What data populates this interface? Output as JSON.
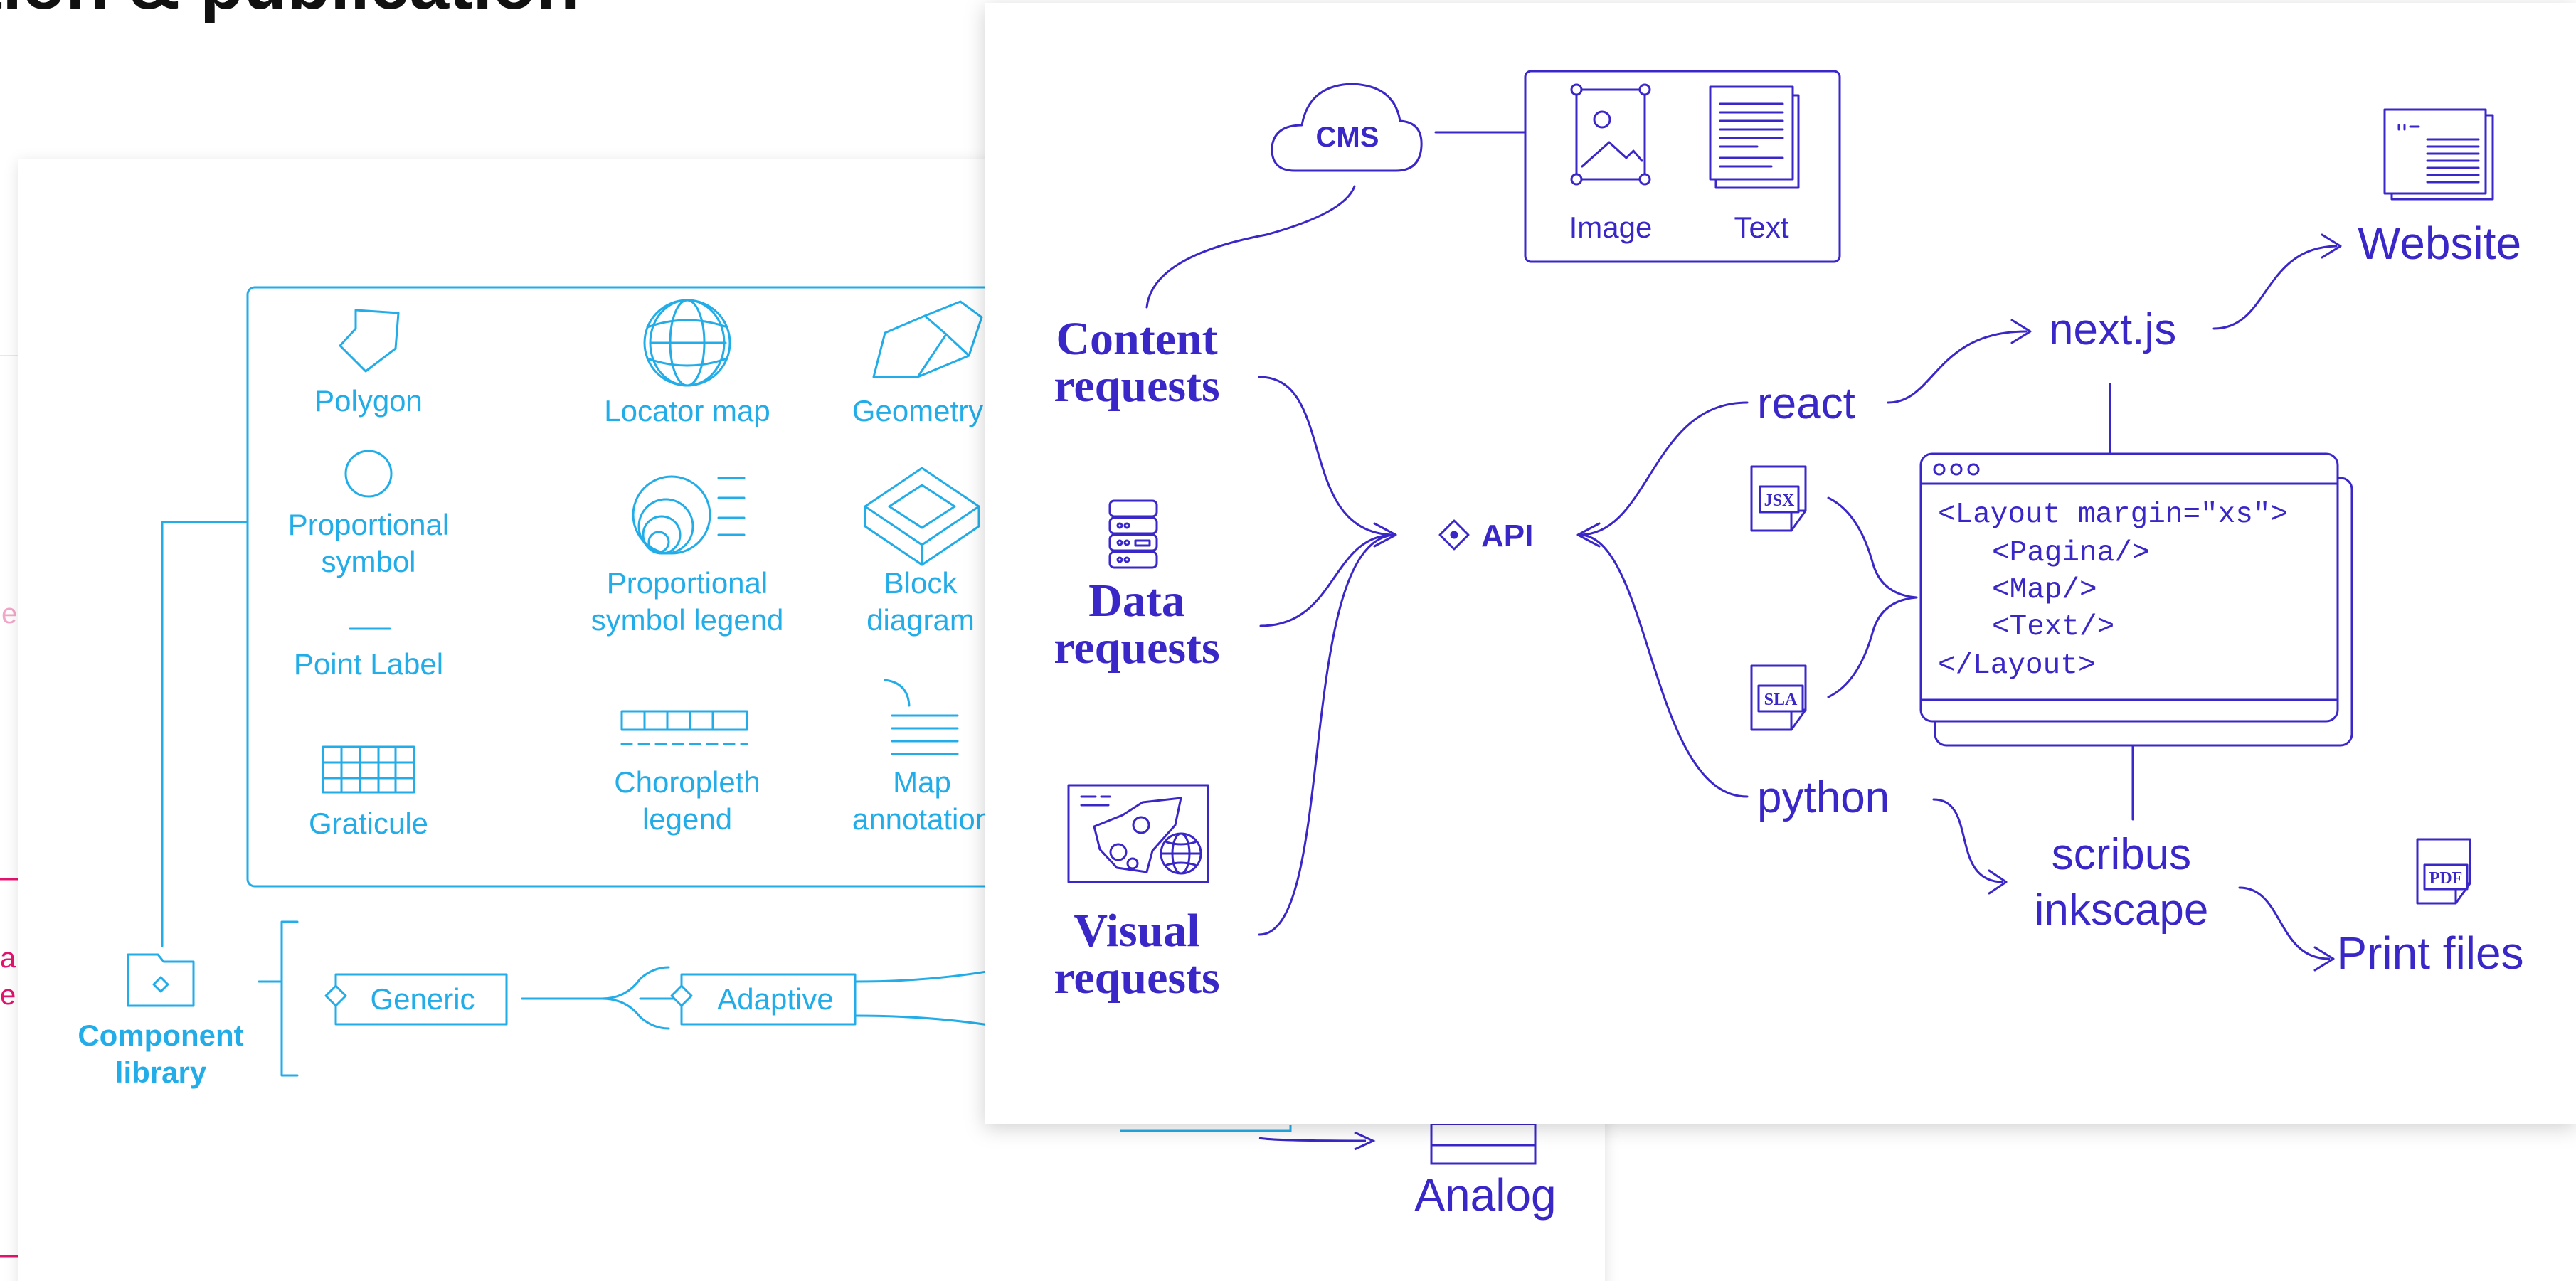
{
  "heading": "tion & publication",
  "colors": {
    "cyan": "#22ade8",
    "indigo": "#3a27c8",
    "magenta": "#e3136e",
    "ink": "#111111"
  },
  "back_left": {
    "partial_left_text_1": "e",
    "partial_left_text_2": "a",
    "partial_left_text_3": "e"
  },
  "library": {
    "items": [
      "Polygon",
      "Locator map",
      "Geometry",
      "Proportional",
      "symbol",
      "Proportional",
      "symbol legend",
      "Block",
      "diagram",
      "Point Label",
      "Graticule",
      "Choropleth",
      "legend",
      "Map",
      "annotation"
    ],
    "folder_label_1": "Component",
    "folder_label_2": "library",
    "generic": "Generic",
    "adaptive": "Adaptive",
    "analog": "Analog"
  },
  "front": {
    "cms": "CMS",
    "image": "Image",
    "text": "Text",
    "content_1": "Content",
    "content_2": "requests",
    "data_1": "Data",
    "data_2": "requests",
    "visual_1": "Visual",
    "visual_2": "requests",
    "api": "API",
    "react": "react",
    "nextjs": "next.js",
    "website": "Website",
    "python": "python",
    "scribus": "scribus",
    "inkscape": "inkscape",
    "print_files": "Print files",
    "jsx": "JSX",
    "sla": "SLA",
    "pdf": "PDF",
    "code_lines": [
      "<Layout margin=\"xs\">",
      "<Pagina/>",
      "<Map/>",
      "<Text/>",
      "</Layout>"
    ]
  }
}
